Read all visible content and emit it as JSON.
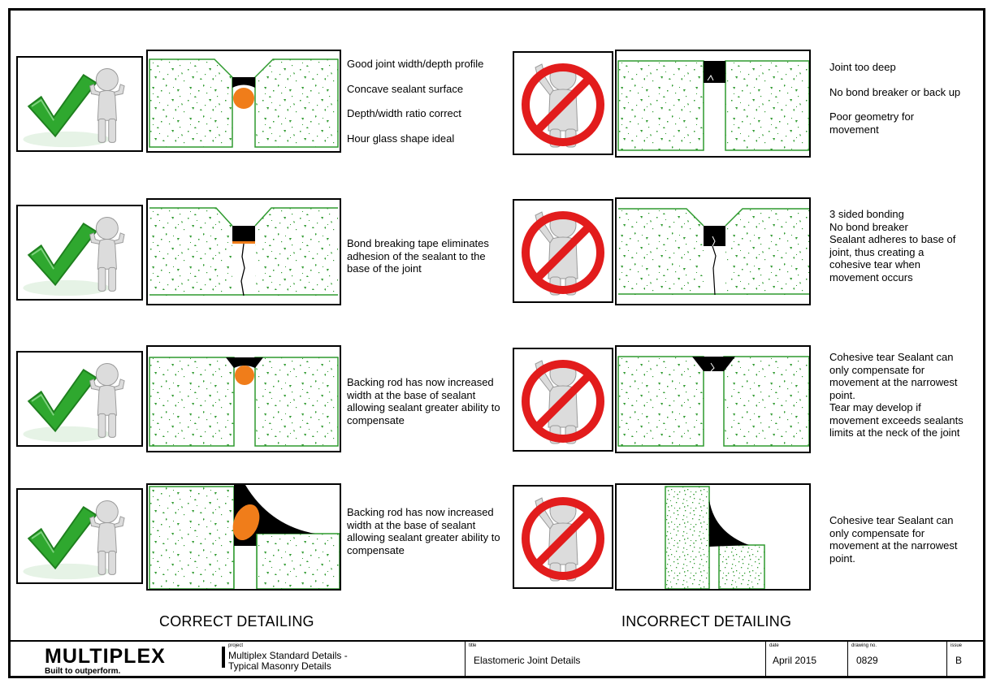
{
  "headings": {
    "correct": "CORRECT DETAILING",
    "incorrect": "INCORRECT DETAILING"
  },
  "correct_items": [
    {
      "icon": "check-mark-person-thumbs-up-icon",
      "notes": [
        "Good joint width/depth profile",
        "Concave sealant surface",
        "Depth/width ratio correct",
        "Hour glass shape ideal"
      ]
    },
    {
      "icon": "check-mark-person-thumbs-up-icon",
      "notes": [
        "Bond breaking tape eliminates adhesion of the sealant to the base of the joint"
      ]
    },
    {
      "icon": "check-mark-person-thumbs-up-icon",
      "notes": [
        "Backing rod has now increased width at the base of sealant allowing sealant greater ability to compensate"
      ]
    },
    {
      "icon": "check-mark-person-thumbs-up-icon",
      "notes": [
        "Backing rod has now increased width at the base of sealant allowing sealant greater ability to compensate"
      ]
    }
  ],
  "incorrect_items": [
    {
      "icon": "prohibition-sign-person-icon",
      "notes": [
        "Joint too deep",
        "No bond breaker or back up",
        "Poor geometry for movement"
      ]
    },
    {
      "icon": "prohibition-sign-person-icon",
      "notes": [
        "3 sided bonding",
        "No bond breaker",
        "Sealant adheres to base of joint, thus creating a cohesive tear when movement occurs"
      ]
    },
    {
      "icon": "prohibition-sign-person-icon",
      "notes": [
        "Cohesive tear Sealant can only compensate for movement at the narrowest point.",
        "Tear may develop if movement exceeds sealants limits at the neck of the joint"
      ]
    },
    {
      "icon": "prohibition-sign-person-icon",
      "notes": [
        "Cohesive tear Sealant can only compensate for movement at the narrowest point."
      ]
    }
  ],
  "colors": {
    "check_green": "#2fa82f",
    "concrete_speckle": "#2e9a2e",
    "backing_rod": "#f07d1a",
    "prohibition_red": "#e21c1c",
    "sealant": "#000000"
  },
  "title_block": {
    "logo": "MULTIPLEX",
    "tagline": "Built to outperform.",
    "project_label": "project",
    "project_line1": "Multiplex Standard Details -",
    "project_line2": "Typical Masonry Details",
    "title_label": "title",
    "title": "Elastomeric Joint Details",
    "date_label": "date",
    "date": "April 2015",
    "drawing_label": "drawing no.",
    "drawing_no": "0829",
    "issue_label": "issue",
    "issue": "B"
  }
}
